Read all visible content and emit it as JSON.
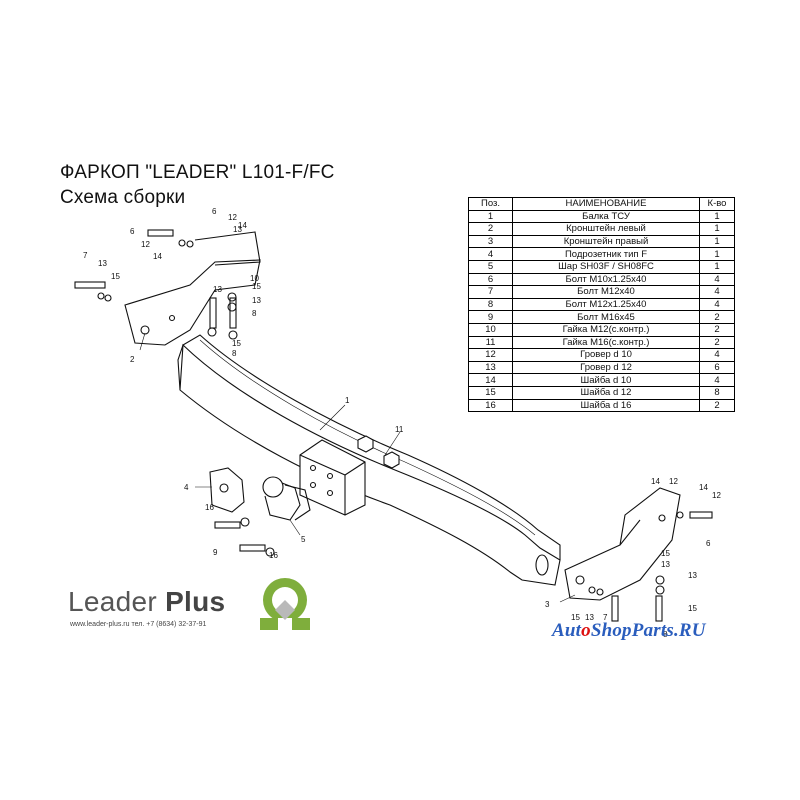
{
  "header": {
    "title_line1": "ФАРКОП \"LEADER\" L101-F/FC",
    "title_line2": "Схема сборки"
  },
  "parts_table": {
    "headers": [
      "Поз.",
      "НАИМЕНОВАНИЕ",
      "К-во"
    ],
    "rows": [
      [
        "1",
        "Балка ТСУ",
        "1"
      ],
      [
        "2",
        "Кронштейн левый",
        "1"
      ],
      [
        "3",
        "Кронштейн правый",
        "1"
      ],
      [
        "4",
        "Подрозетник тип F",
        "1"
      ],
      [
        "5",
        "Шар  SH03F / SH08FC",
        "1"
      ],
      [
        "6",
        "Болт М10х1.25х40",
        "4"
      ],
      [
        "7",
        "Болт М12х40",
        "4"
      ],
      [
        "8",
        "Болт М12х1.25х40",
        "4"
      ],
      [
        "9",
        "Болт М16х45",
        "2"
      ],
      [
        "10",
        "Гайка М12(с.контр.)",
        "2"
      ],
      [
        "11",
        "Гайка М16(с.контр.)",
        "2"
      ],
      [
        "12",
        "Гровер d 10",
        "4"
      ],
      [
        "13",
        "Гровер d 12",
        "6"
      ],
      [
        "14",
        "Шайба d 10",
        "4"
      ],
      [
        "15",
        "Шайба d 12",
        "8"
      ],
      [
        "16",
        "Шайба d 16",
        "2"
      ]
    ]
  },
  "callouts": {
    "c1": "1",
    "c2": "2",
    "c3": "3",
    "c4": "4",
    "c5": "5",
    "c6": "6",
    "c7": "7",
    "c8": "8",
    "c9": "9",
    "c10": "10",
    "c11": "11",
    "c12": "12",
    "c13": "13",
    "c14": "14",
    "c15": "15",
    "c16": "16"
  },
  "brand": {
    "name_light": "Leader ",
    "name_bold": "Plus",
    "contact": "www.leader-plus.ru   тел. +7 (8634) 32-37-91",
    "logo_color": "#7fae3c"
  },
  "watermark": {
    "part1": "AutoShop",
    "part2": "Parts.RU",
    "color_blue": "#2a5dbd",
    "color_red": "#dd1111"
  }
}
